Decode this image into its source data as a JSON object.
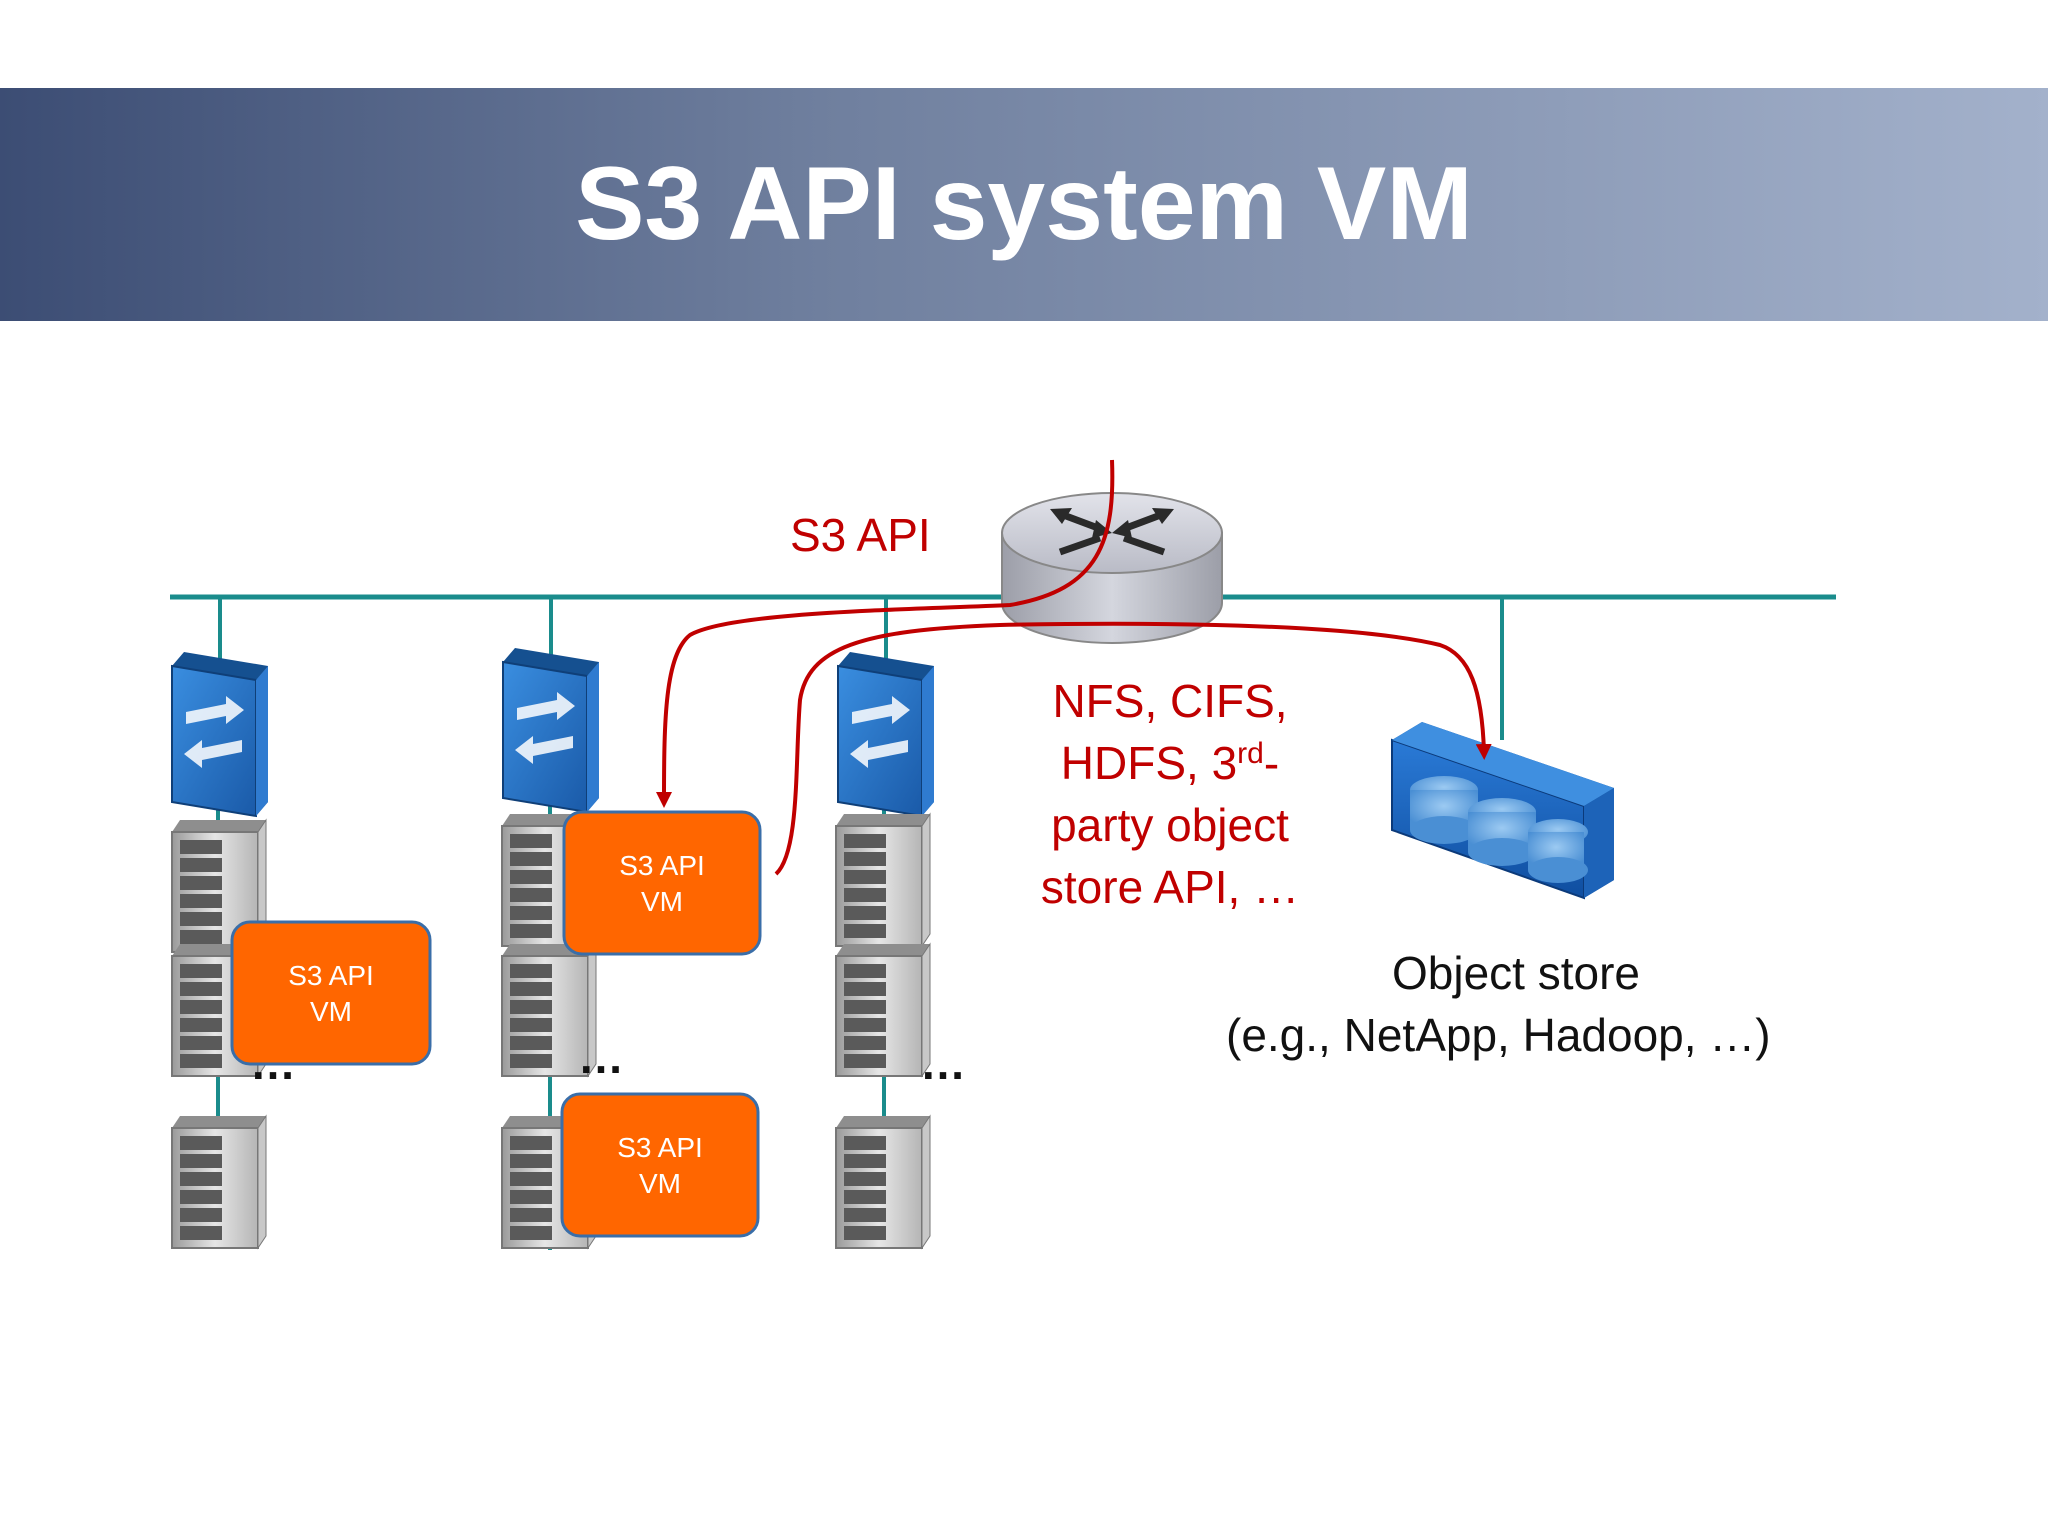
{
  "slide": {
    "title": "S3 API system VM"
  },
  "diagram": {
    "s3_api_label": "S3 API",
    "protocols": {
      "line1": "NFS, CIFS,",
      "line2_pre": "HDFS, 3",
      "line2_sup": "rd",
      "line2_post": "-",
      "line3": "party object",
      "line4": "store API, …"
    },
    "object_store": {
      "line1": "Object store",
      "line2": "(e.g., NetApp, Hadoop, …)"
    },
    "vm_boxes": [
      {
        "line1": "S3 API",
        "line2": "VM"
      },
      {
        "line1": "S3 API",
        "line2": "VM"
      },
      {
        "line1": "S3 API",
        "line2": "VM"
      }
    ],
    "ellipsis": "…",
    "icons": [
      "router-icon",
      "network-switch-icon",
      "server-icon",
      "storage-array-icon"
    ],
    "colors": {
      "network_line": "#1a8c8c",
      "flow_arrow": "#c00000",
      "vm_box": "#ff6600",
      "switch": "#1f6fc0"
    }
  }
}
